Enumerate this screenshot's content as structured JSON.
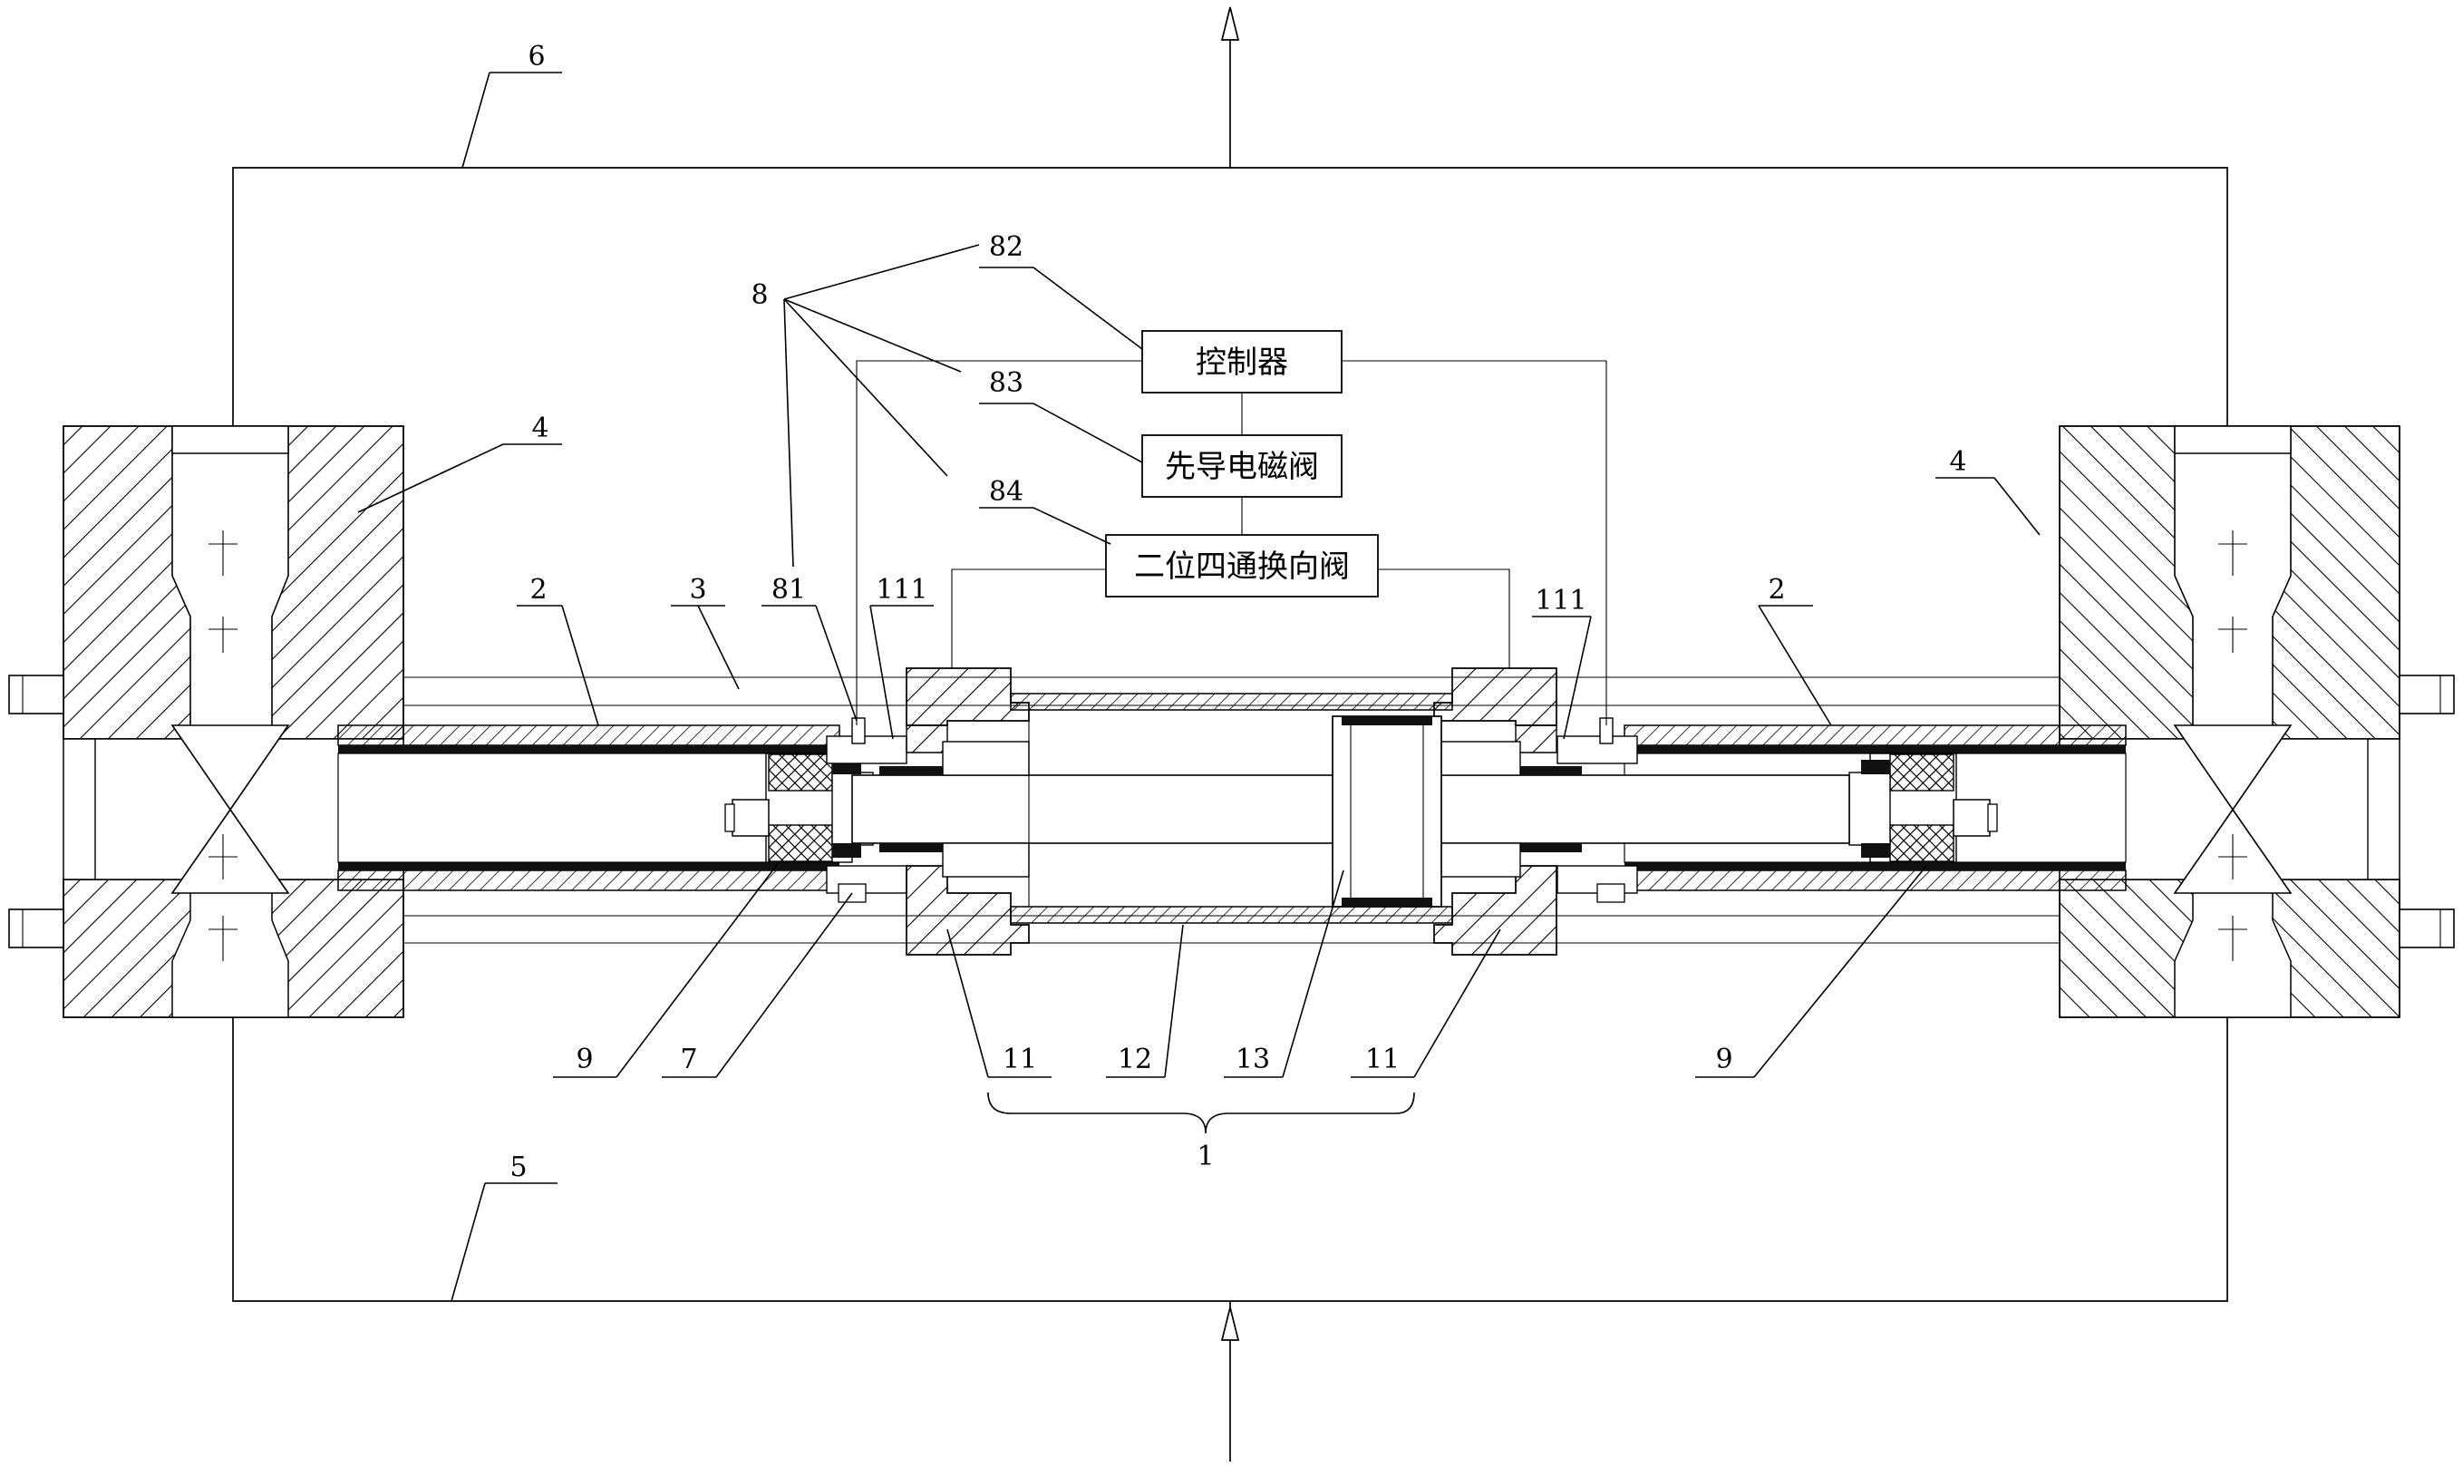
{
  "boxes": {
    "controller": "控制器",
    "pilot_valve": "先导电磁阀",
    "reversing_valve": "二位四通换向阀"
  },
  "labels": {
    "l1": "1",
    "l2_left": "2",
    "l2_right": "2",
    "l3": "3",
    "l4_left": "4",
    "l4_right": "4",
    "l5": "5",
    "l6": "6",
    "l7": "7",
    "l8": "8",
    "l9_left": "9",
    "l9_right": "9",
    "l11_left": "11",
    "l11_right": "11",
    "l12": "12",
    "l13": "13",
    "l81": "81",
    "l82": "82",
    "l83": "83",
    "l84": "84",
    "l111_left": "111",
    "l111_right": "111"
  }
}
